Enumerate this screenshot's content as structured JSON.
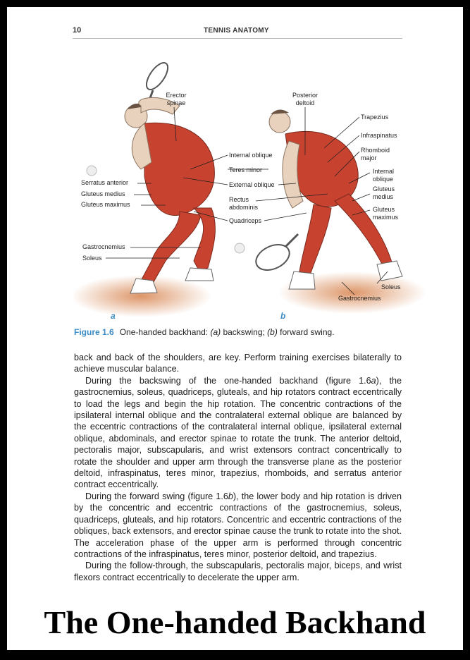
{
  "header": {
    "page_number": "10",
    "book_title": "TENNIS ANATOMY"
  },
  "figure": {
    "panel_a_label": "a",
    "panel_b_label": "b",
    "labels_a": {
      "erector_spinae": [
        "Erector",
        "spinae"
      ],
      "serratus_anterior": "Serratus anterior",
      "gluteus_medius": "Gluteus medius",
      "gluteus_maximus": "Gluteus maximus",
      "gastrocnemius": "Gastrocnemius",
      "soleus": "Soleus"
    },
    "labels_center": {
      "internal_oblique": "Internal oblique",
      "teres_minor": "Teres minor",
      "external_oblique": "External oblique",
      "rectus_abdominis": [
        "Rectus",
        "abdominis"
      ],
      "quadriceps": "Quadriceps"
    },
    "labels_b": {
      "posterior_deltoid": [
        "Posterior",
        "deltoid"
      ],
      "trapezius": "Trapezius",
      "infraspinatus": "Infraspinatus",
      "rhomboid_major": [
        "Rhomboid",
        "major"
      ],
      "internal_oblique": [
        "Internal",
        "oblique"
      ],
      "gluteus_medius": [
        "Gluteus",
        "medius"
      ],
      "gluteus_maximus": [
        "Gluteus",
        "maximus"
      ],
      "soleus": "Soleus",
      "gastrocnemius": "Gastrocnemius"
    }
  },
  "caption": {
    "label": "Figure 1.6",
    "text_prefix": "One-handed backhand: ",
    "a_marker": "(a)",
    "a_text": " backswing; ",
    "b_marker": "(b)",
    "b_text": " forward swing."
  },
  "body": {
    "p1": "back and back of the shoulders, are key. Perform training exercises bilaterally to achieve muscular balance.",
    "p2_a": "During the backswing of the one-handed backhand (figure 1.6",
    "p2_ref": "a",
    "p2_b": "), the gastrocnemius, soleus, quadriceps, gluteals, and hip rotators contract eccentrically to load the legs and begin the hip rotation. The concentric contractions of the ipsilateral internal oblique and the contralateral external oblique are balanced by the eccentric contractions of the contralateral internal oblique, ipsilateral external oblique, abdominals, and erector spinae to rotate the trunk. The anterior deltoid, pectoralis major, subscapularis, and wrist extensors contract concentrically to rotate the shoulder and upper arm through the transverse plane as the posterior deltoid, infraspinatus, teres minor, trapezius, rhomboids, and serratus anterior contract eccentrically.",
    "p3_a": "During the forward swing (figure 1.6",
    "p3_ref": "b",
    "p3_b": "), the lower body and hip rotation is driven by the concentric and eccentric contractions of the gastrocnemius, soleus, quadriceps, gluteals, and hip rotators. Concentric and eccentric contractions of the obliques, back extensors, and erector spinae cause the trunk to rotate into the shot. The acceleration phase of the upper arm is performed through concentric contractions of the infraspinatus, teres minor, posterior deltoid, and trapezius.",
    "p4": "During the follow-through, the subscapularis, pectoralis major, biceps, and wrist flexors contract eccentrically to decelerate the upper arm."
  },
  "banner": "The One-handed Backhand",
  "colors": {
    "accent": "#3d8bc4",
    "muscle": "#c8432f",
    "skin": "#e9d2bd",
    "court": "#d98a57"
  }
}
